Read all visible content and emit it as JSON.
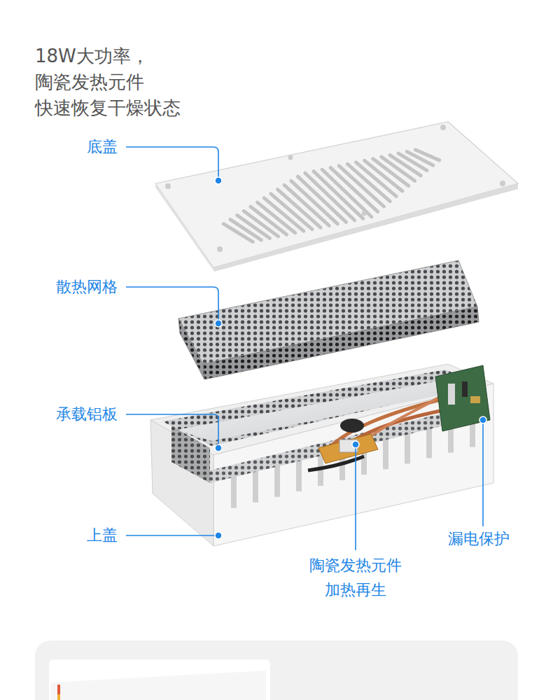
{
  "diagram": {
    "labels": [
      "18W大功率，陶瓷发热元件 快速恢复干燥状态",
      "底盖",
      "散热网格",
      "承载铝板",
      "上盖",
      "陶瓷发热元件 加热再生",
      "漏电保护"
    ]
  }
}
